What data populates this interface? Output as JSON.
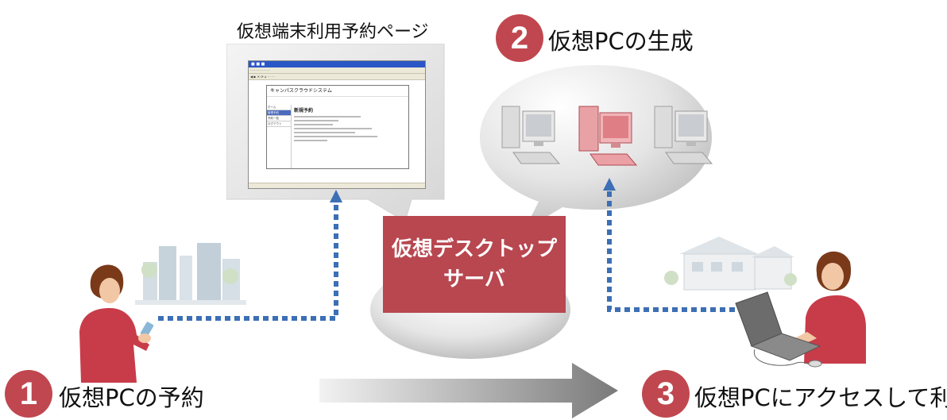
{
  "steps": [
    {
      "num": "1",
      "label": "仮想PCの予約"
    },
    {
      "num": "2",
      "label": "仮想PCの生成"
    },
    {
      "num": "3",
      "label": "仮想PCにアクセスして利用"
    }
  ],
  "reservation_page_title": "仮想端末利用予約ページ",
  "server": {
    "line1": "仮想デスクトップ",
    "line2": "サーバ"
  },
  "browser": {
    "site_title": "キャンパスクラウドシステム",
    "menu_items": [
      "ホーム",
      "新規予約",
      "予約一覧",
      "ログアウト"
    ],
    "content_heading": "新規予約"
  },
  "colors": {
    "accent": "#c0474f",
    "server": "#b84750",
    "arrow_dotted": "#3c6fb5"
  }
}
